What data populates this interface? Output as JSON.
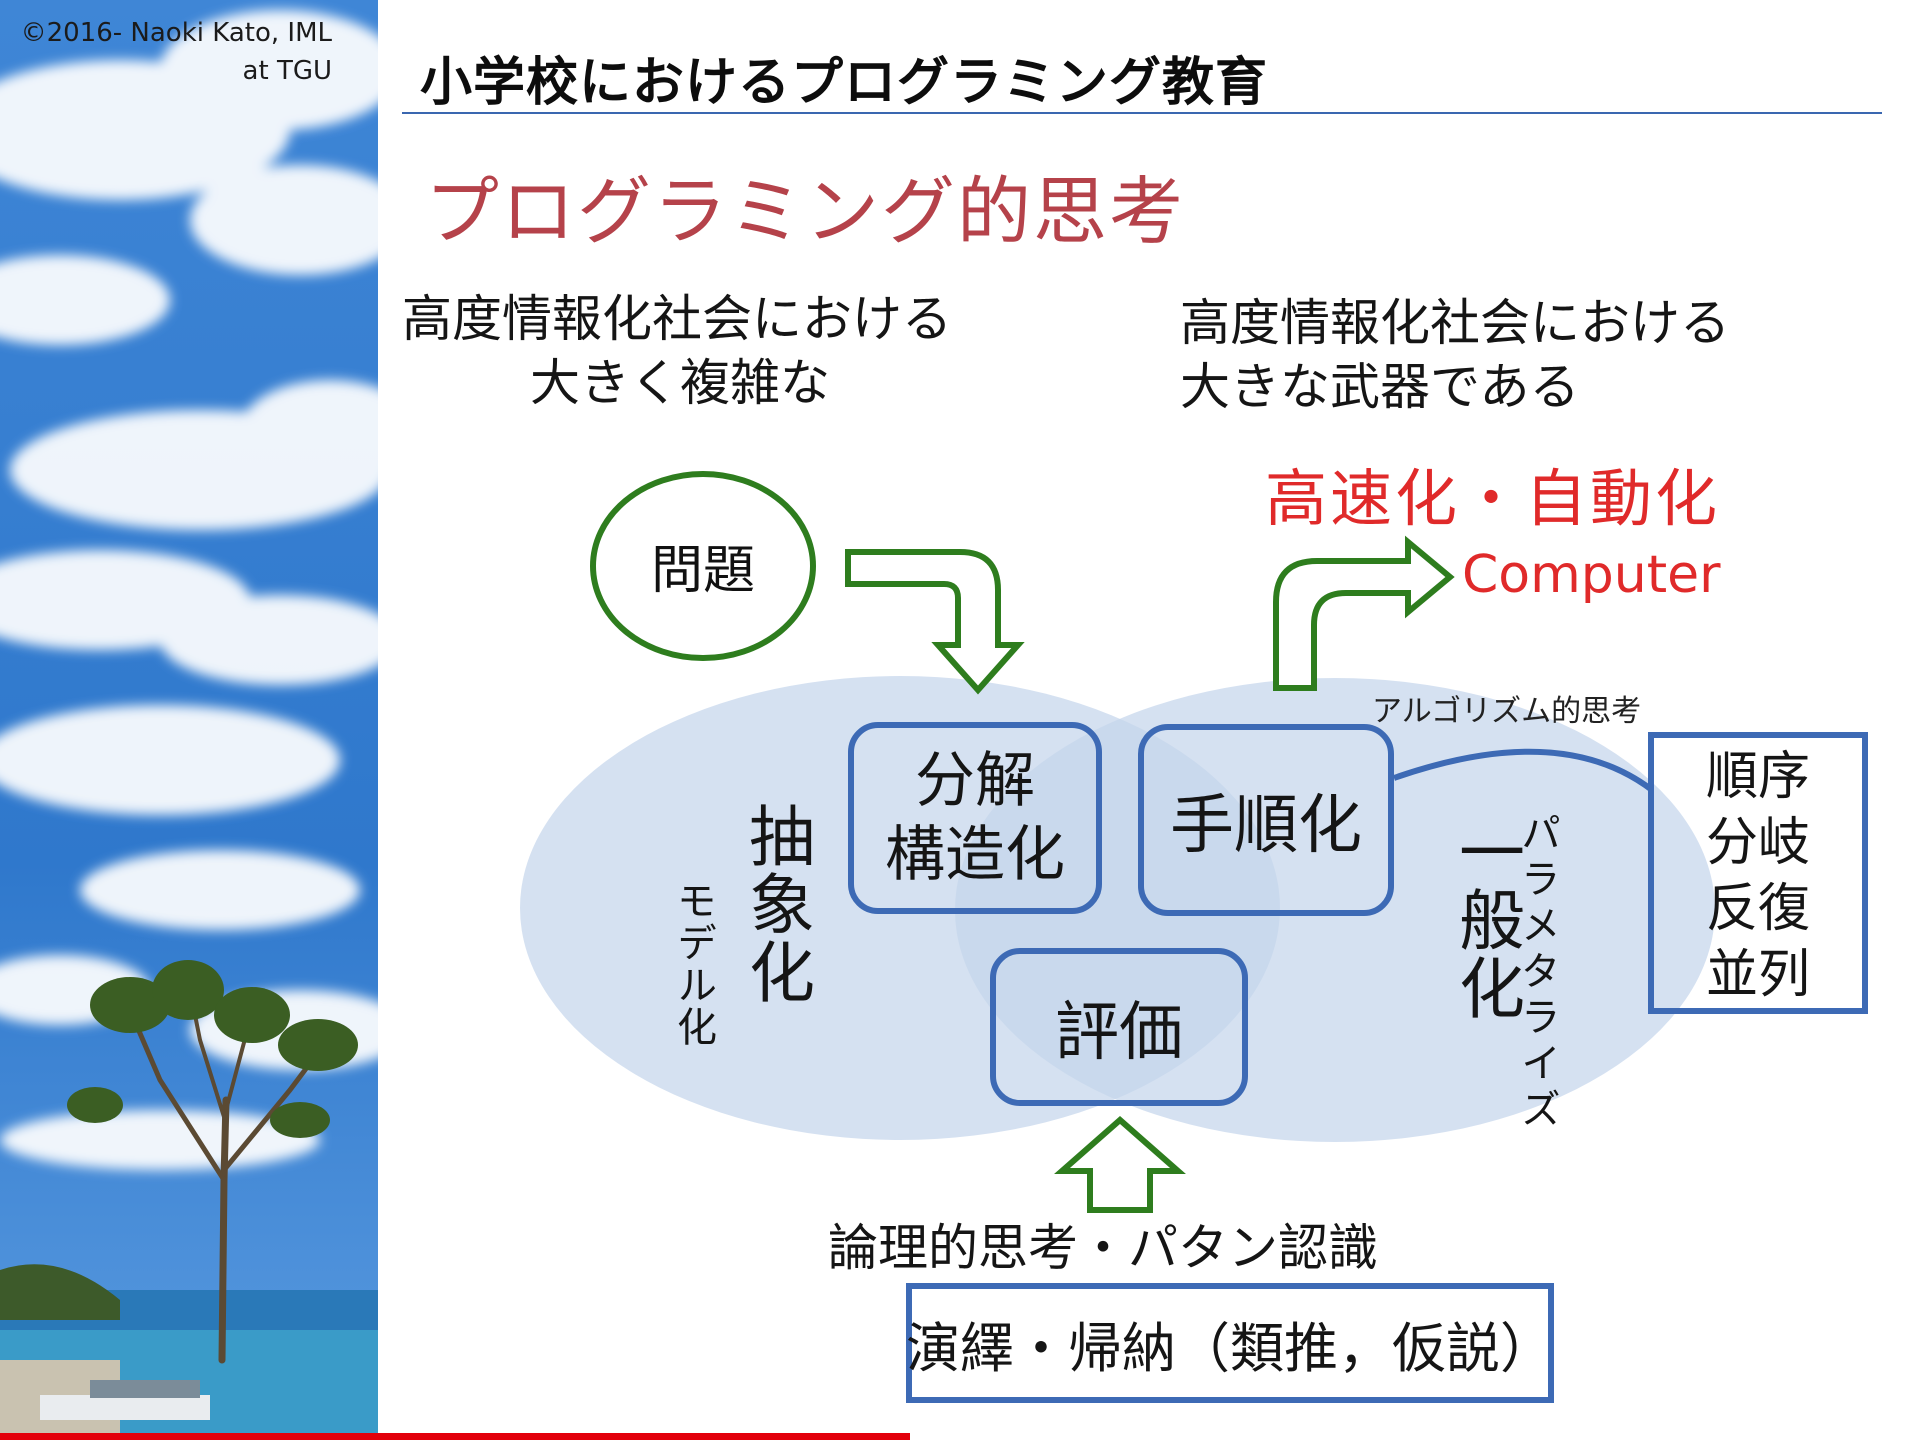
{
  "copyright": {
    "line1": "©2016- Naoki Kato, IML",
    "line2": "at TGU"
  },
  "header": {
    "title": "小学校におけるプログラミング教育"
  },
  "subtitle": "プログラミング的思考",
  "left_phrase": {
    "line1": "高度情報化社会における",
    "line2": "大きく複雑な"
  },
  "right_phrase": {
    "line1": "高度情報化社会における",
    "line2": "大きな武器である"
  },
  "diagram": {
    "problem": "問題",
    "speed_automation": "高速化・自動化",
    "computer": "Computer",
    "algorithmic_thinking": "アルゴリズム的思考",
    "decompose": {
      "line1": "分解",
      "line2": "構造化"
    },
    "procedure": "手順化",
    "evaluate": "評価",
    "abstraction": "抽象化",
    "modeling": "モデル化",
    "generalization": "一般化",
    "parameterize": "パラメタライズ",
    "control_structures": [
      "順序",
      "分岐",
      "反復",
      "並列"
    ],
    "logical_thinking": "論理的思考・パタン認識",
    "reasoning": "演繹・帰納（類推，仮説）"
  },
  "colors": {
    "accent_blue": "#3d6ab5",
    "arrow_green": "#2e7d1e",
    "title_red": "#b5424a",
    "highlight_red": "#e02a2a",
    "ellipse_fill": "#c5d5ec"
  }
}
